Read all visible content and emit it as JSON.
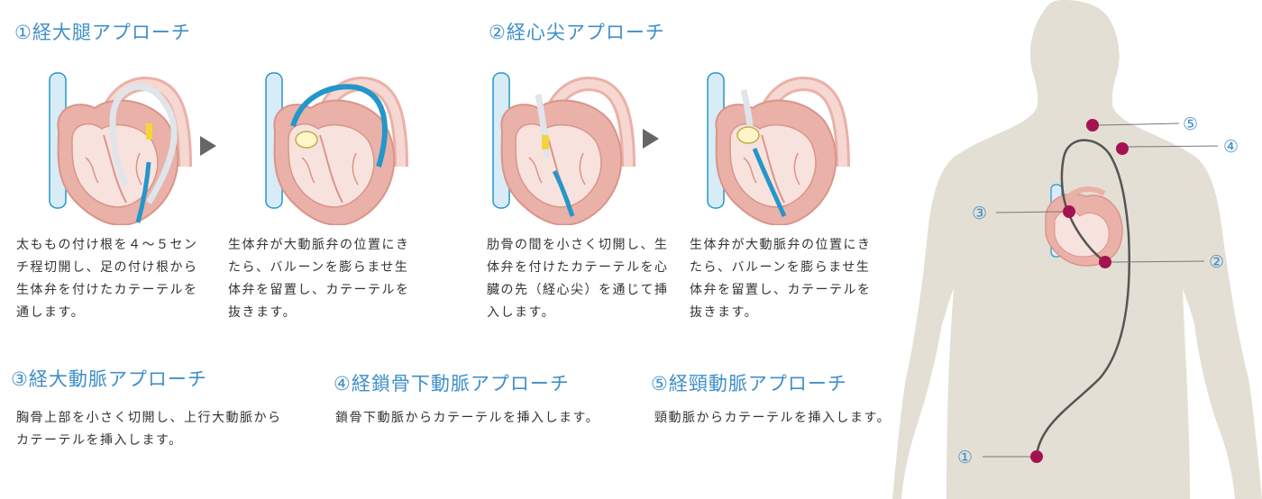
{
  "approaches": [
    {
      "title": "①経大腿アプローチ",
      "steps": [
        "太ももの付け根を４～５センチ程切開し、足の付け根から生体弁を付けたカテーテルを通します。",
        "生体弁が大動脈弁の位置にきたら、バルーンを膨らませ生体弁を留置し、カテーテルを抜きます。"
      ]
    },
    {
      "title": "②経心尖アプローチ",
      "steps": [
        "肋骨の間を小さく切開し、生体弁を付けたカテーテルを心臓の先（経心尖）を通じて挿入します。",
        "生体弁が大動脈弁の位置にきたら、バルーンを膨らませ生体弁を留置し、カテーテルを抜きます。"
      ]
    },
    {
      "title": "③経大動脈アプローチ",
      "desc": "胸骨上部を小さく切開し、上行大動脈からカテーテルを挿入します。"
    },
    {
      "title": "④経鎖骨下動脈アプローチ",
      "desc": "鎖骨下動脈からカテーテルを挿入します。"
    },
    {
      "title": "⑤経頸動脈アプローチ",
      "desc": "頸動脈からカテーテルを挿入します。"
    }
  ],
  "body_labels": [
    "①",
    "②",
    "③",
    "④",
    "⑤"
  ],
  "colors": {
    "accent_blue": "#3f8fc8",
    "heart_pink": "#eab1a8",
    "catheter_blue": "#2596c9",
    "point_magenta": "#a3134f",
    "body_beige": "#e4dfd4",
    "valve_yellow": "#f3d53a"
  }
}
